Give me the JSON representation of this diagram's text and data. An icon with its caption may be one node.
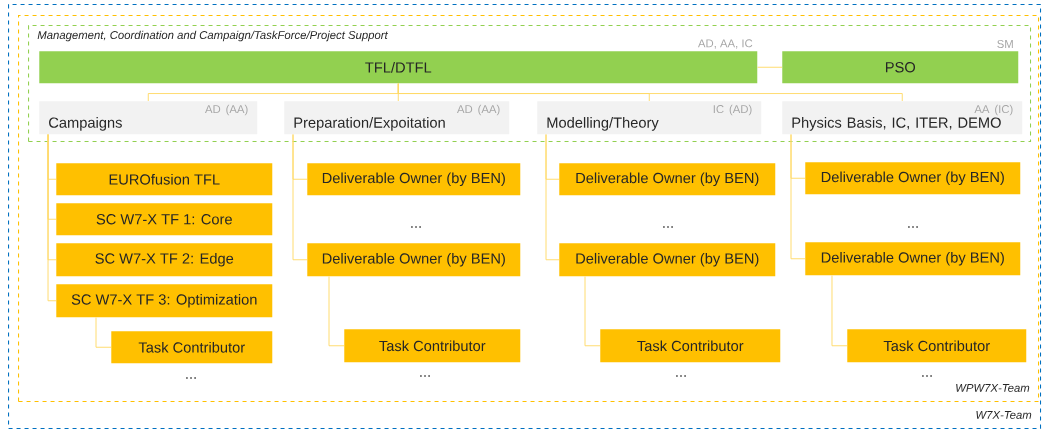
{
  "diagram": {
    "nodes": [
      {
        "text": [
          "W7X-Team"
        ]
      },
      {
        "text": [
          "WPW7X-Team"
        ],
        "in": 0
      },
      {
        "text": [
          "Management, Coordination and Campaign/TaskForce/Project Support"
        ],
        "in": 1
      },
      {
        "text": [
          "TFL/DTFL"
        ],
        "beside": [
          "AD, AA, IC"
        ],
        "in": 2
      },
      {
        "text": [
          "PSO"
        ],
        "beside": [
          "SM"
        ],
        "in": 2
      },
      {
        "text": [
          "AD (AA)",
          "Campaigns"
        ],
        "in": 2
      },
      {
        "text": [
          "AD (AA)",
          "Preparation/Expoitation"
        ],
        "in": 2
      },
      {
        "text": [
          "IC (AD)",
          "Modelling/Theory"
        ],
        "in": 2
      },
      {
        "text": [
          "AA (IC)",
          "Physics Basis, IC, ITER, DEMO"
        ],
        "in": 2
      },
      {
        "text": [
          "EUROfusion TFL"
        ],
        "in": 1
      },
      {
        "text": [
          "SC W7-X TF 1: Core"
        ],
        "in": 1
      },
      {
        "text": [
          "SC W7-X TF 2: Edge"
        ],
        "in": 1
      },
      {
        "text": [
          "SC W7-X TF 3: Optimization"
        ],
        "in": 1
      },
      {
        "text": [
          "Task Contributor"
        ],
        "in": 1
      },
      {
        "text": [
          "Deliverable Owner (by BEN)"
        ],
        "in": 1
      },
      {
        "text": [
          "Deliverable Owner (by BEN)"
        ],
        "in": 1
      },
      {
        "text": [
          "Task Contributor"
        ],
        "in": 1
      },
      {
        "text": [
          "Deliverable Owner (by BEN)"
        ],
        "in": 1
      },
      {
        "text": [
          "Deliverable Owner (by BEN)"
        ],
        "in": 1
      },
      {
        "text": [
          "Task Contributor"
        ],
        "in": 1
      },
      {
        "text": [
          "Deliverable Owner (by BEN)"
        ],
        "in": 1
      },
      {
        "text": [
          "Deliverable Owner (by BEN)"
        ],
        "in": 1
      },
      {
        "text": [
          "Task Contributor"
        ],
        "in": 1
      }
    ],
    "edges": [
      {
        "from": 3,
        "to": 4,
        "arrow": "none"
      },
      {
        "from": 3,
        "to": 5,
        "arrow": "none"
      },
      {
        "from": 3,
        "to": 6,
        "arrow": "none"
      },
      {
        "from": 3,
        "to": 7,
        "arrow": "none"
      },
      {
        "from": 3,
        "to": 8,
        "arrow": "none"
      },
      {
        "from": 5,
        "to": 9,
        "arrow": "none"
      },
      {
        "from": 5,
        "to": 10,
        "arrow": "none"
      },
      {
        "from": 5,
        "to": 11,
        "arrow": "none"
      },
      {
        "from": 5,
        "to": 12,
        "arrow": "none"
      },
      {
        "from": 12,
        "to": 13,
        "arrow": "none"
      },
      {
        "from": 6,
        "to": 14,
        "arrow": "none"
      },
      {
        "from": 6,
        "to": 15,
        "arrow": "none"
      },
      {
        "from": 15,
        "to": 16,
        "arrow": "none"
      },
      {
        "from": 7,
        "to": 17,
        "arrow": "none"
      },
      {
        "from": 7,
        "to": 18,
        "arrow": "none"
      },
      {
        "from": 18,
        "to": 19,
        "arrow": "none"
      },
      {
        "from": 8,
        "to": 20,
        "arrow": "none"
      },
      {
        "from": 8,
        "to": 21,
        "arrow": "none"
      },
      {
        "from": 21,
        "to": 22,
        "arrow": "none"
      }
    ],
    "labels": [
      "...",
      "...",
      "...",
      "...",
      "...",
      "...",
      "..."
    ]
  }
}
